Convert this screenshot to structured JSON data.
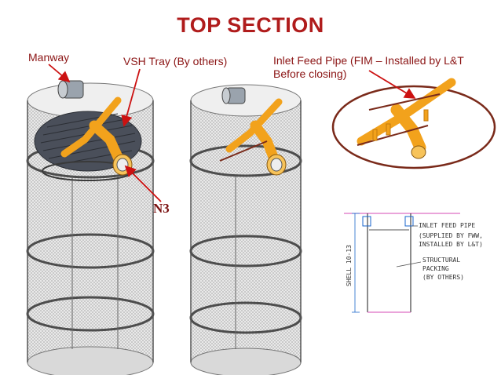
{
  "title": "TOP SECTION",
  "labels": {
    "manway": "Manway",
    "vsh_tray": "VSH Tray (By others)",
    "inlet_feed_line1": "Inlet Feed Pipe (FIM – Installed by L&T",
    "inlet_feed_line2": "Before closing)",
    "n3": "N3"
  },
  "drawing": {
    "shell_label": "SHELL 10-13",
    "inlet_feed_pipe": "INLET FEED PIPE",
    "supplied_line1": "(SUPPLIED BY FWW,",
    "supplied_line2": "INSTALLED BY L&T)",
    "structural_line1": "STRUCTURAL",
    "structural_line2": "PACKING",
    "structural_line3": "(BY OTHERS)"
  },
  "colors": {
    "title": "#b01c1c",
    "label_text": "#8b1414",
    "arrow": "#cc1111",
    "pipe": "#f2a21c",
    "pipe_dark": "#c47a0c",
    "vessel_mesh": "#8f8f8f",
    "ring": "#555555",
    "ring_red": "#7a2a1a"
  }
}
